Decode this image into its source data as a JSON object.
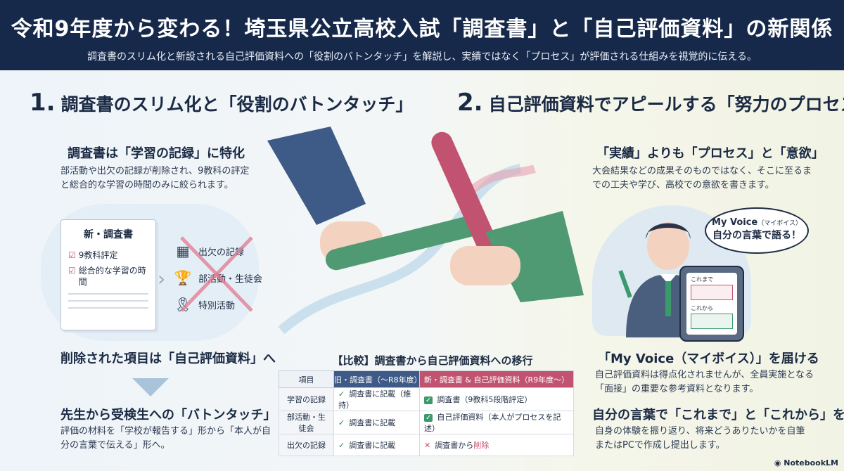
{
  "header": {
    "title": "令和9年度から変わる！埼玉県公立高校入試「調査書」と「自己評価資料」の新関係",
    "subtitle": "調査書のスリム化と新設される自己評価資料への「役割のバトンタッチ」を解説し、実績ではなく「プロセス」が評価される仕組みを視覚的に伝える。"
  },
  "left": {
    "number": "1.",
    "title": "調査書のスリム化と「役割のバトンタッチ」",
    "block1_heading": "調査書は「学習の記録」に特化",
    "block1_body": "部活動や出欠の記録が削除され、9教科の評定と総合的な学習の時間のみに絞られます。",
    "doc_title": "新・調査書",
    "doc_items": [
      "9教科評定",
      "総合的な学習の時間"
    ],
    "removed_items": [
      "出欠の記録",
      "部活動・生徒会",
      "特別活動"
    ],
    "block2_heading": "削除された項目は「自己評価資料」へ",
    "block3_heading": "先生から受検生への「バトンタッチ」",
    "block3_body": "評価の材料を「学校が報告する」形から「本人が自分の言葉で伝える」形へ。"
  },
  "table": {
    "title": "【比較】調査書から自己評価資料への移行",
    "headers": [
      "項目",
      "旧・調査書（〜R8年度）",
      "新・調査書 & 自己評価資料（R9年度〜）"
    ],
    "rows": [
      {
        "label": "学習の記録",
        "old": "調査書に記載（維持）",
        "new": "調査書（9教科5段階評定）"
      },
      {
        "label": "部活動・生徒会",
        "old": "調査書に記載",
        "new": "自己評価資料（本人がプロセスを記述）"
      },
      {
        "label": "出欠の記録",
        "old": "調査書に記載",
        "new_prefix": "調査書から",
        "new_strong": "削除"
      }
    ]
  },
  "right": {
    "number": "2.",
    "title": "自己評価資料でアピールする「努力のプロセス」",
    "block1_heading": "「実績」よりも「プロセス」と「意欲」",
    "block1_body": "大会結果などの成果そのものではなく、そこに至るまでの工夫や学び、高校での意欲を書きます。",
    "bubble_line1": "My Voice",
    "bubble_line1_small": "（マイボイス）",
    "bubble_line2": "自分の言葉で語る！",
    "tablet_label1": "これまで",
    "tablet_label2": "これから",
    "block2_heading": "「My Voice（マイボイス）」を届ける",
    "block2_body": "自己評価資料は得点化されませんが、全員実施となる「面接」の重要な参考資料となります。",
    "block3_heading": "自分の言葉で「これまで」と「これから」を語る",
    "block3_body": "自身の体験を振り返り、将来どうありたいかを自筆またはPCで作成し提出します。"
  },
  "footer": {
    "brand": "NotebookLM"
  },
  "colors": {
    "navy": "#17294a",
    "pink": "#c25370",
    "green": "#3a9a6c",
    "blue": "#3e5a86"
  }
}
